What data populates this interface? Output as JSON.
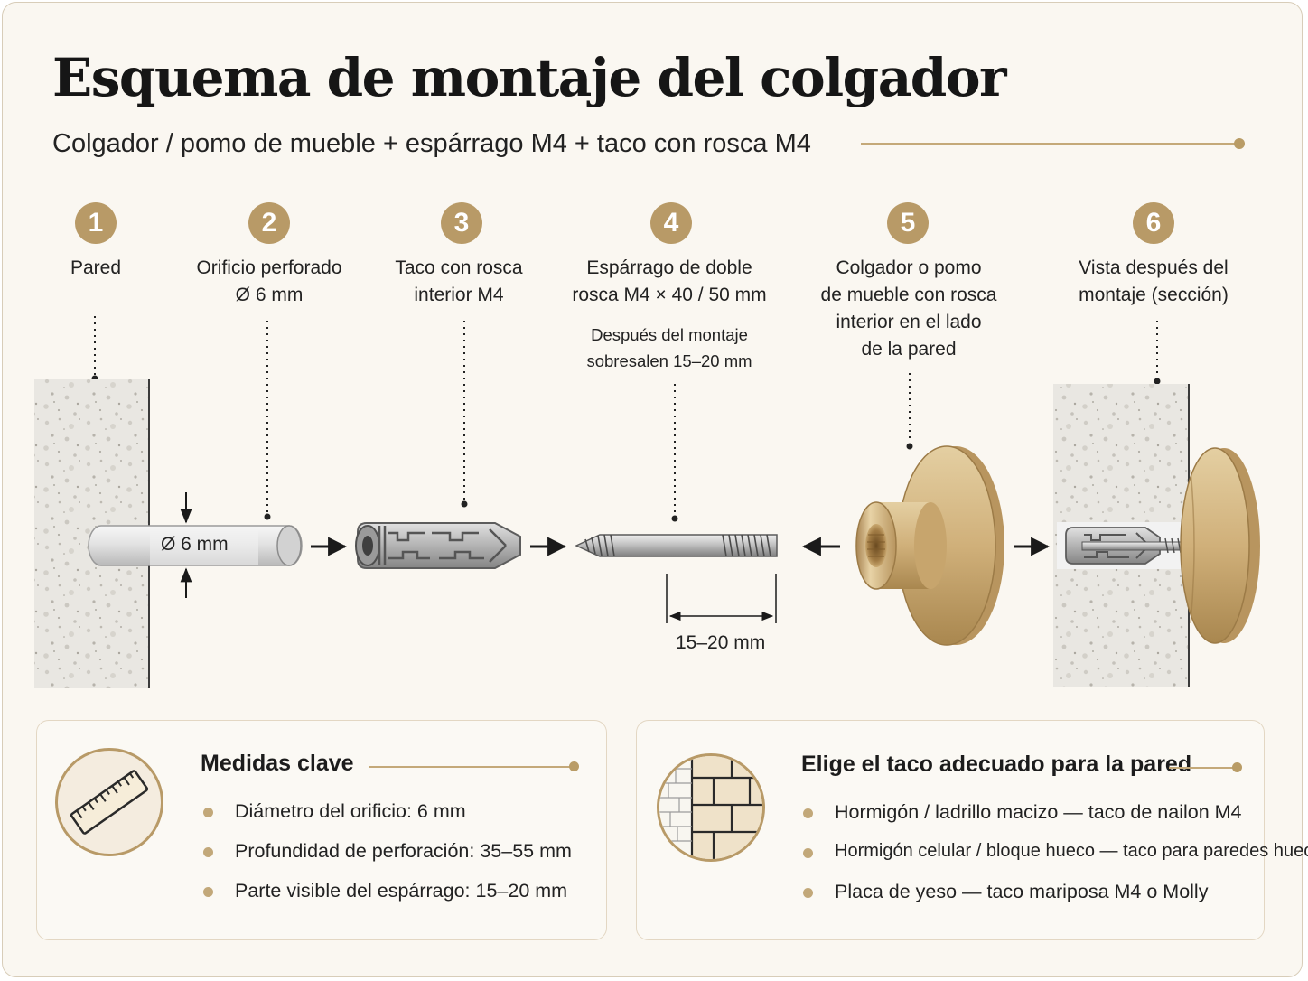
{
  "header": {
    "title": "Esquema de montaje del colgador",
    "subtitle": "Colgador / pomo de mueble + espárrago M4 + taco con rosca M4"
  },
  "steps": [
    {
      "number": "1",
      "label_lines": [
        "Pared"
      ]
    },
    {
      "number": "2",
      "label_lines": [
        "Orificio perforado",
        "Ø 6 mm"
      ]
    },
    {
      "number": "3",
      "label_lines": [
        "Taco con rosca",
        "interior M4"
      ]
    },
    {
      "number": "4",
      "label_lines": [
        "Espárrago de doble",
        "rosca M4 × 40 / 50 mm"
      ],
      "note_lines": [
        "Después del montaje",
        "sobresalen 15–20 mm"
      ]
    },
    {
      "number": "5",
      "label_lines": [
        "Colgador o pomo",
        "de mueble con rosca",
        "interior en el lado",
        "de la pared"
      ]
    },
    {
      "number": "6",
      "label_lines": [
        "Vista después del",
        "montaje (sección)"
      ]
    }
  ],
  "dimensions": {
    "hole_diameter_label": "Ø 6 mm",
    "protrusion_label": "15–20 mm"
  },
  "cards": {
    "measures": {
      "title": "Medidas clave",
      "icon": "ruler-icon",
      "items": [
        "Diámetro del orificio: 6 mm",
        "Profundidad de perforación: 35–55 mm",
        "Parte visible del espárrago: 15–20 mm"
      ]
    },
    "anchors": {
      "title": "Elige el taco adecuado para la pared",
      "icon": "brick-wall-icon",
      "items": [
        "Hormigón / ladrillo macizo — taco de nailon M4",
        "Hormigón celular / bloque hueco — taco para paredes huecas",
        "Placa de yeso — taco mariposa M4 o Molly"
      ]
    }
  },
  "colors": {
    "accent_gold": "#b89a67",
    "brass": "#d4b47c",
    "background": "#faf7f1"
  }
}
